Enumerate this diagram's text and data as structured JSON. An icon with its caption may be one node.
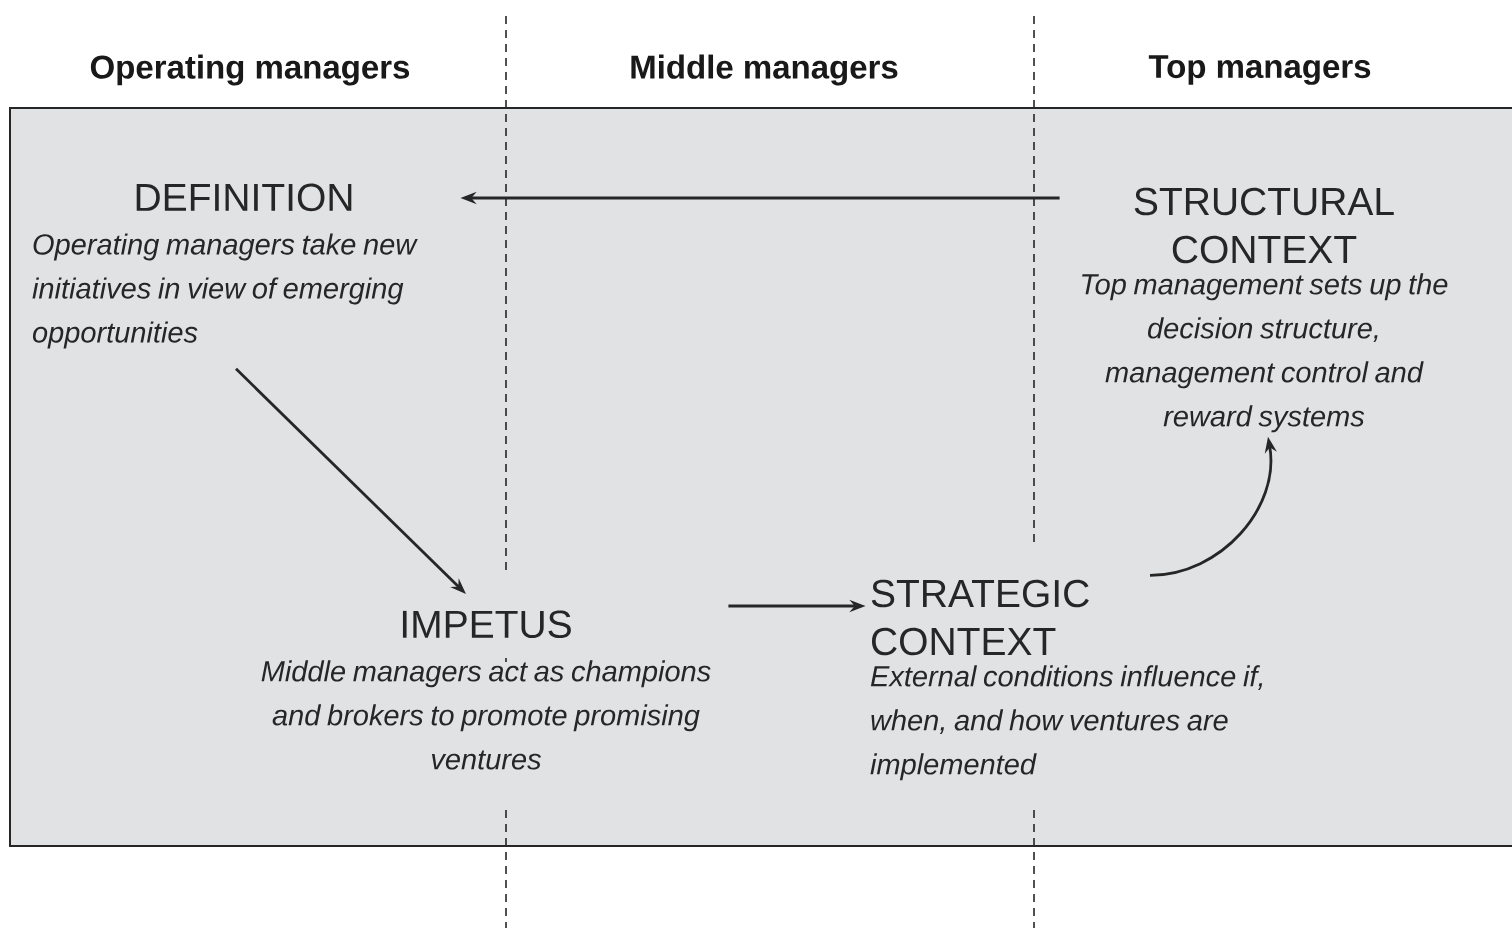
{
  "diagram": {
    "nodes": [
      {
        "text": [],
        "shape": "box"
      },
      {
        "text": [
          "DEFINITION",
          "Operating managers take new initiatives in view of emerging opportunities"
        ],
        "in": 0
      },
      {
        "text": [
          "STRUCTURAL CONTEXT",
          "Top management sets up the decision structure, management control and reward systems"
        ],
        "in": 0
      },
      {
        "text": [
          "IMPETUS",
          "Middle managers act as champions and brokers to promote promising ventures"
        ],
        "in": 0
      },
      {
        "text": [
          "STRATEGIC CONTEXT",
          "External conditions influence if, when, and how ventures are implemented"
        ],
        "in": 0
      }
    ],
    "edges": [
      {
        "from": 2,
        "to": 1,
        "arrow": "to"
      },
      {
        "from": 1,
        "to": 3,
        "arrow": "to"
      },
      {
        "from": 3,
        "to": 4,
        "arrow": "to"
      },
      {
        "from": 4,
        "to": 2,
        "arrow": "to"
      }
    ],
    "labels": [
      "Operating managers",
      "Middle managers",
      "Top managers"
    ]
  }
}
